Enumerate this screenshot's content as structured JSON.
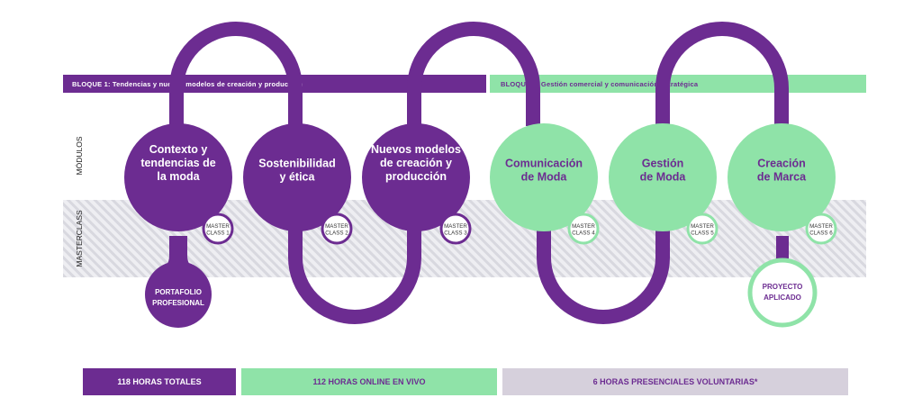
{
  "colors": {
    "purple": "#6c2c91",
    "green": "#8fe3a8",
    "lavender": "#d6d0dc",
    "stripe": "#d8d8df",
    "white": "#ffffff"
  },
  "blocks": [
    {
      "label": "BLOQUE 1: Tendencias y nuevos modelos de creación y  producción"
    },
    {
      "label": "BLOQUE 2: Gestión comercial y comunicación estratégica"
    }
  ],
  "side_labels": {
    "modules": "MÓDULOS",
    "masterclass": "MASTERCLASS"
  },
  "modules": [
    {
      "title": [
        "Contexto y",
        "tendencias de",
        "la moda"
      ],
      "masterclass": [
        "MASTER",
        "CLASS 1"
      ],
      "theme": "purple"
    },
    {
      "title": [
        "Sostenibilidad",
        "y ética"
      ],
      "masterclass": [
        "MASTER",
        "CLASS 2"
      ],
      "theme": "purple"
    },
    {
      "title": [
        "Nuevos modelos",
        "de creación y",
        "producción"
      ],
      "masterclass": [
        "MASTER",
        "CLASS 3"
      ],
      "theme": "purple"
    },
    {
      "title": [
        "Comunicación",
        "de Moda"
      ],
      "masterclass": [
        "MASTER",
        "CLASS 4"
      ],
      "theme": "green"
    },
    {
      "title": [
        "Gestión",
        "de Moda"
      ],
      "masterclass": [
        "MASTER",
        "CLASS 5"
      ],
      "theme": "green"
    },
    {
      "title": [
        "Creación",
        "de Marca"
      ],
      "masterclass": [
        "MASTER",
        "CLASS 6"
      ],
      "theme": "green"
    }
  ],
  "satellites": {
    "portfolio": [
      "PORTAFOLIO",
      "PROFESIONAL"
    ],
    "project": [
      "PROYECTO",
      "APLICADO"
    ]
  },
  "footer": {
    "total_hours": "118 HORAS TOTALES",
    "online_hours": "112 HORAS ONLINE EN VIVO",
    "onsite_hours": "6 HORAS PRESENCIALES VOLUNTARIAS*"
  }
}
